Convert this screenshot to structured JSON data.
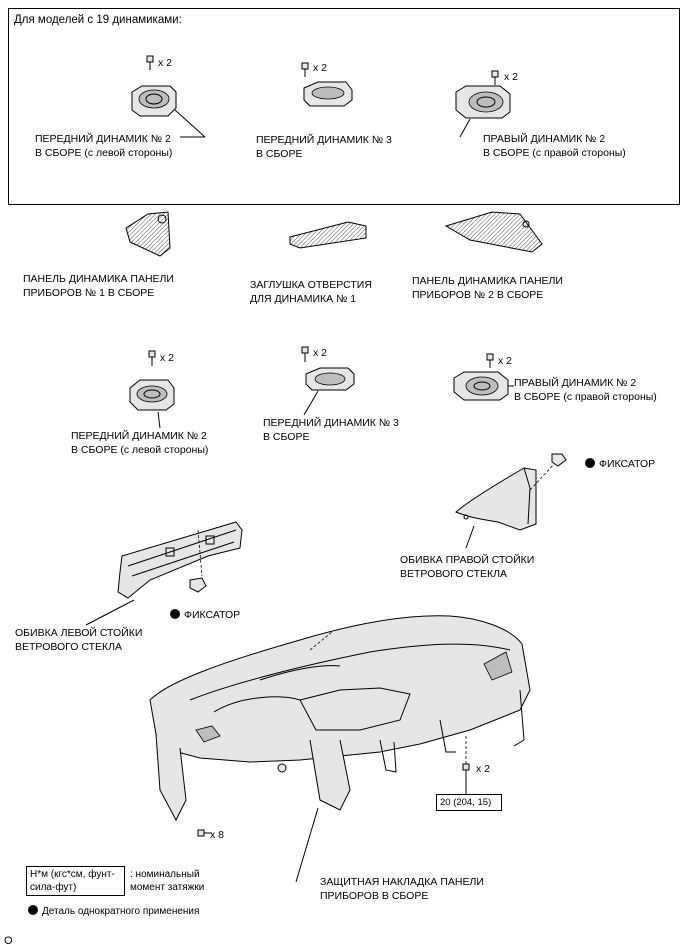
{
  "header": {
    "condition": "Для моделей с 19 динамиками:"
  },
  "labels": {
    "front_left_speaker_2_top": [
      "ПЕРЕДНИЙ ДИНАМИК № 2",
      "В СБОРЕ (с левой стороны)"
    ],
    "front_speaker_3_top": [
      "ПЕРЕДНИЙ ДИНАМИК № 3",
      "В СБОРЕ"
    ],
    "right_speaker_2_top": [
      "ПРАВЫЙ ДИНАМИК № 2",
      "В СБОРЕ (с правой стороны)"
    ],
    "panel_speaker_1": [
      "ПАНЕЛЬ ДИНАМИКА ПАНЕЛИ",
      "ПРИБОРОВ № 1 В СБОРЕ"
    ],
    "speaker_hole_cover_1": [
      "ЗАГЛУШКА ОТВЕРСТИЯ",
      "ДЛЯ ДИНАМИКА № 1"
    ],
    "panel_speaker_2": [
      "ПАНЕЛЬ ДИНАМИКА ПАНЕЛИ",
      "ПРИБОРОВ № 2 В СБОРЕ"
    ],
    "front_left_speaker_2_mid": [
      "ПЕРЕДНИЙ ДИНАМИК № 2",
      "В СБОРЕ (с левой стороны)"
    ],
    "front_speaker_3_mid": [
      "ПЕРЕДНИЙ ДИНАМИК № 3",
      "В СБОРЕ"
    ],
    "right_speaker_2_mid": [
      "ПРАВЫЙ ДИНАМИК № 2",
      "В СБОРЕ (с правой стороны)"
    ],
    "right_pillar_garnish": [
      "ОБИВКА ПРАВОЙ СТОЙКИ",
      "ВЕТРОВОГО СТЕКЛА"
    ],
    "left_pillar_garnish": [
      "ОБИВКА ЛЕВОЙ СТОЙКИ",
      "ВЕТРОВОГО СТЕКЛА"
    ],
    "instrument_panel_guard": [
      "ЗАЩИТНАЯ НАКЛАДКА ПАНЕЛИ",
      "ПРИБОРОВ В СБОРЕ"
    ]
  },
  "quantities": {
    "q1": "x 2",
    "q2": "x 2",
    "q3": "x 2",
    "q4": "x 2",
    "q5": "x 2",
    "q6": "x 2",
    "q7": "x 2",
    "q8": "x 8"
  },
  "clips": {
    "right": "ФИКСАТОР",
    "left": "ФИКСАТОР"
  },
  "torque": {
    "value": "20 (204, 15)"
  },
  "legend": {
    "torque_units": [
      "Н*м (кгс*см, фунт-",
      "сила-фут)"
    ],
    "torque_desc": [
      ": номинальный",
      "момент затяжки"
    ],
    "single_use": "Деталь однократного применения"
  },
  "footer": {
    "code": "O"
  }
}
